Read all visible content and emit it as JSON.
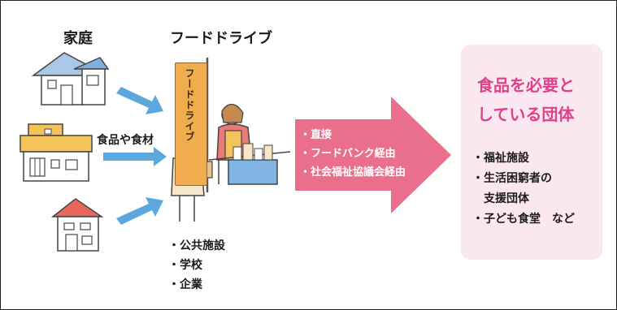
{
  "headings": {
    "household": "家庭",
    "food_drive": "フードドライブ"
  },
  "source_label": "食品や食材",
  "flag_text": "フードドライブ",
  "collection_sites": [
    "・公共施設",
    "・学校",
    "・企業"
  ],
  "routes": [
    "・直接",
    "・フードバンク経由",
    "・社会福祉協議会経由"
  ],
  "destination": {
    "title_lines": [
      "食品を必要と",
      "している団体"
    ],
    "items": [
      "・福祉施設",
      "・生活困窮者の",
      "　支援団体",
      "・子ども食堂　など"
    ]
  },
  "colors": {
    "flow_arrow": "#5ba8de",
    "big_arrow": "#ea6f8c",
    "flag": "#f1ad4d",
    "panel": "#fbe7ef",
    "accent_text": "#e0408a"
  }
}
